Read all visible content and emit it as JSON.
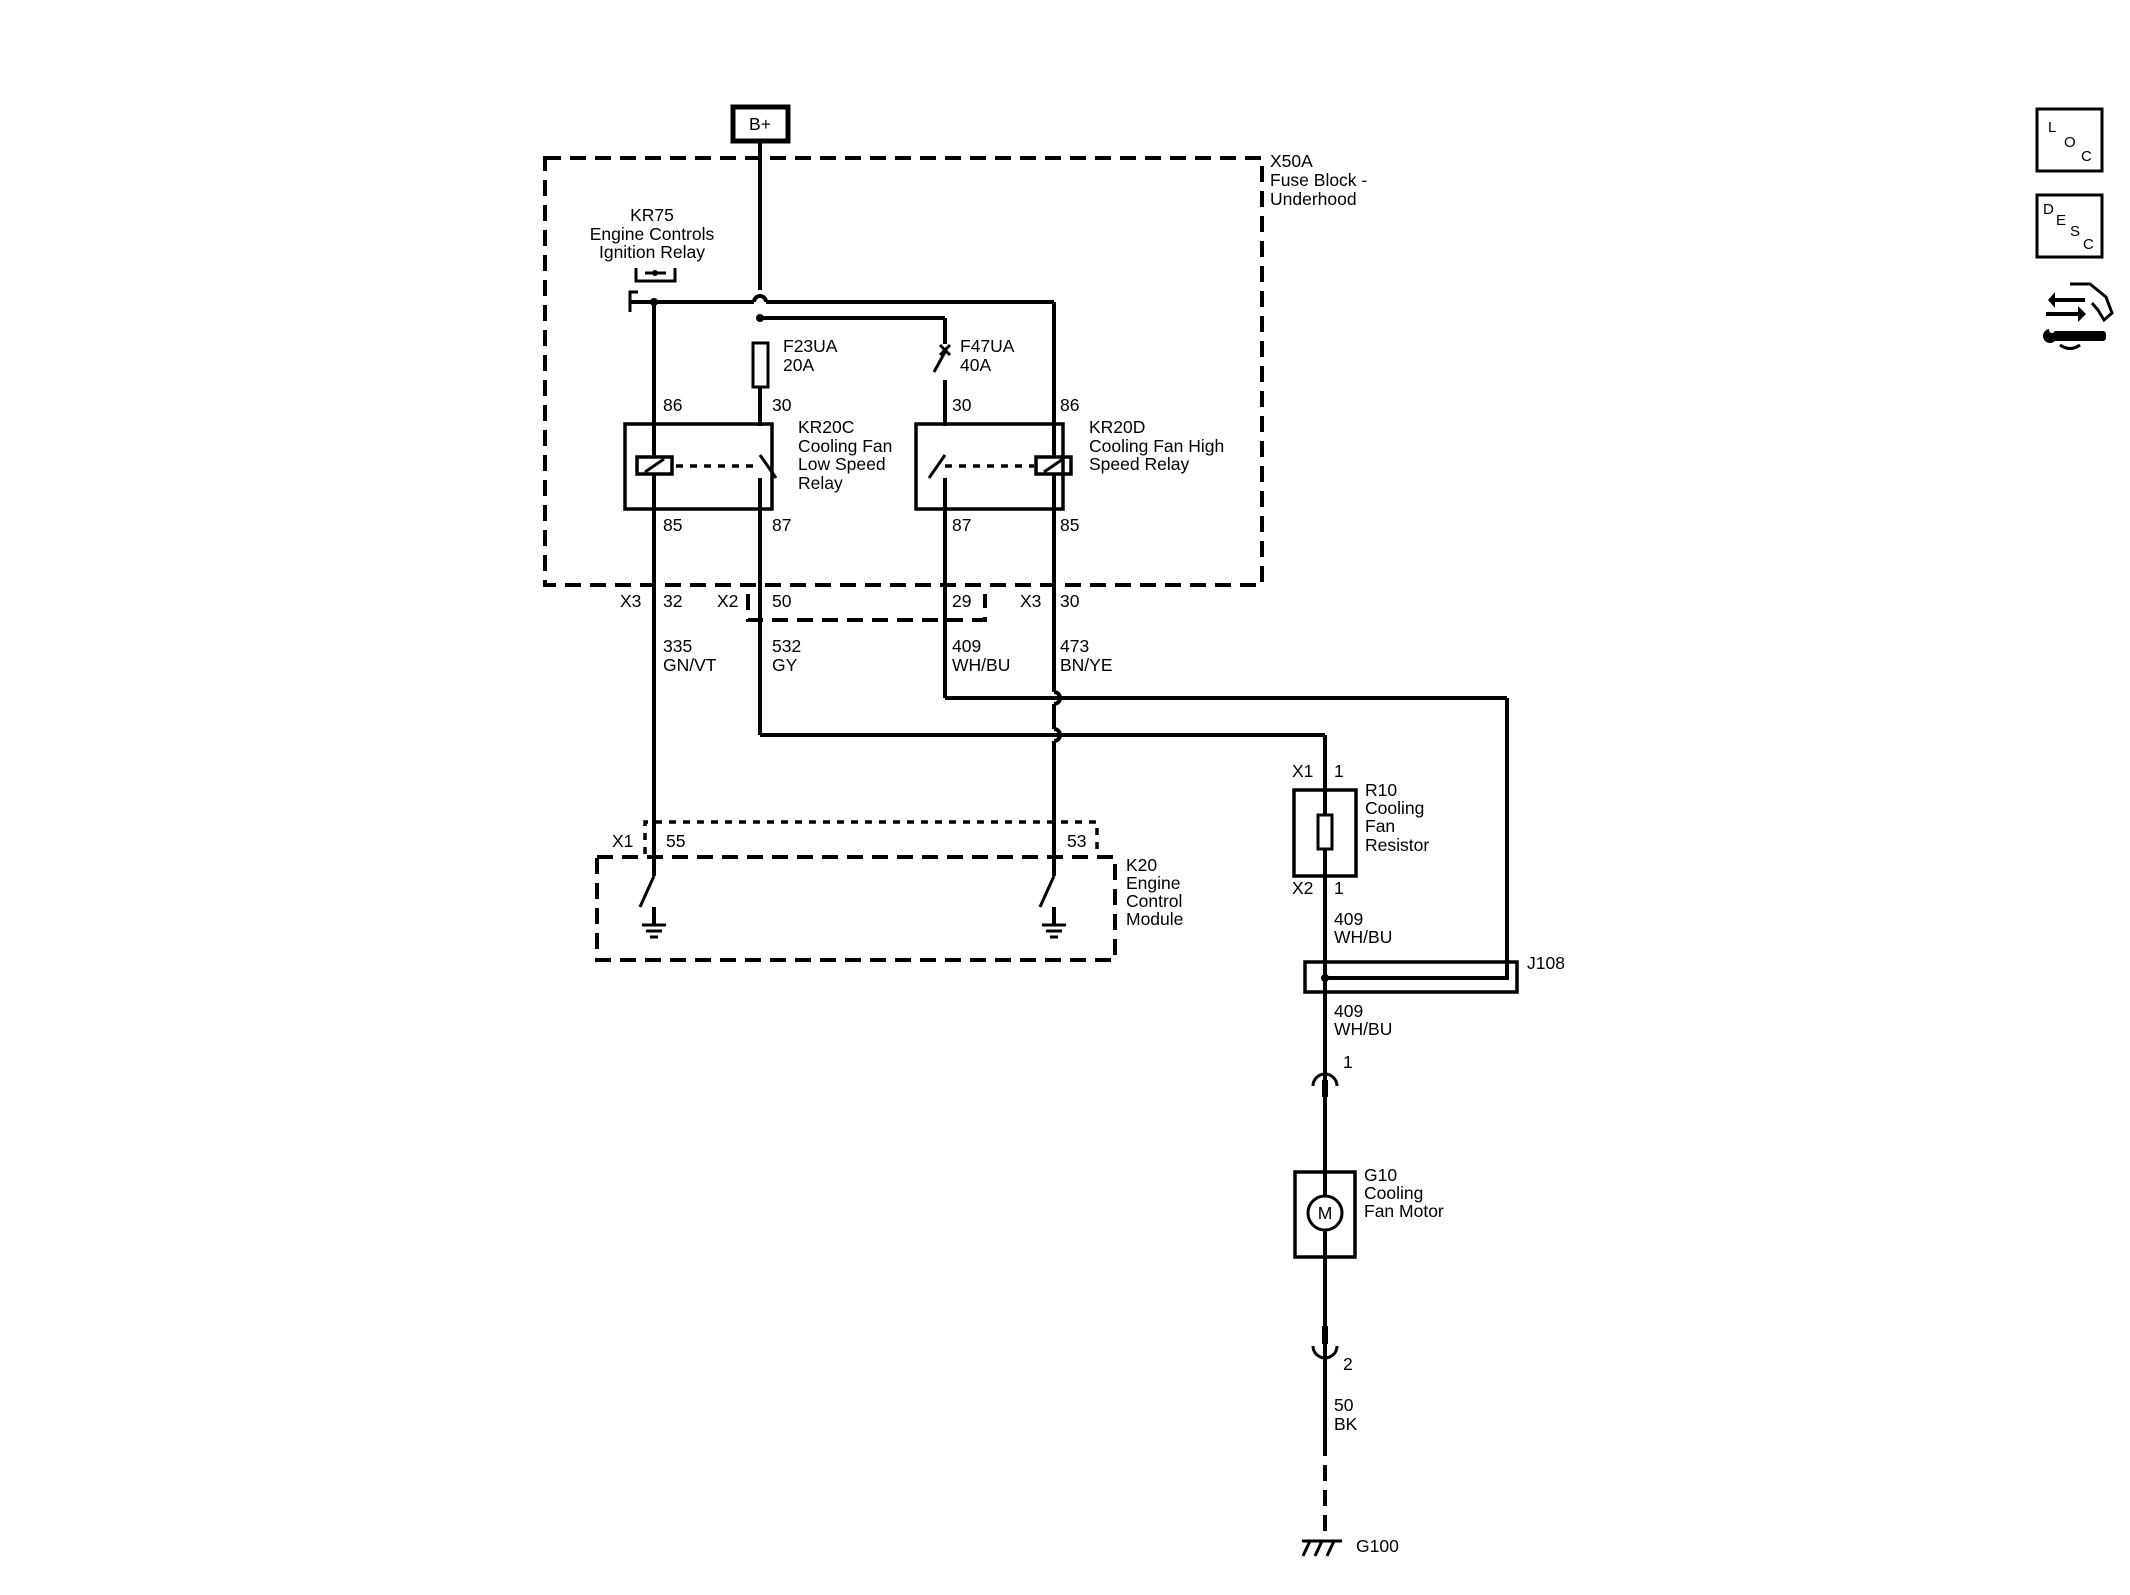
{
  "power": {
    "battery_label": "B+"
  },
  "fuse_block": {
    "id": "X50A",
    "line1": "Fuse Block -",
    "line2": "Underhood"
  },
  "kr75": {
    "id": "KR75",
    "line1": "Engine Controls",
    "line2": "Ignition Relay"
  },
  "f23ua": {
    "id": "F23UA",
    "rating": "20A"
  },
  "f47ua": {
    "id": "F47UA",
    "rating": "40A"
  },
  "kr20c": {
    "id": "KR20C",
    "line1": "Cooling Fan",
    "line2": "Low Speed",
    "line3": "Relay",
    "pin_86": "86",
    "pin_30": "30",
    "pin_85": "85",
    "pin_87": "87"
  },
  "kr20d": {
    "id": "KR20D",
    "line1": "Cooling Fan High",
    "line2": "Speed Relay",
    "pin_30": "30",
    "pin_86": "86",
    "pin_87": "87",
    "pin_85": "85"
  },
  "connectors": {
    "x3_left": "X3",
    "pin_32": "32",
    "x2": "X2",
    "pin_50": "50",
    "pin_29": "29",
    "x3_right": "X3",
    "pin_30": "30"
  },
  "wires": {
    "w335": {
      "circuit": "335",
      "color": "GN/VT"
    },
    "w532": {
      "circuit": "532",
      "color": "GY"
    },
    "w409a": {
      "circuit": "409",
      "color": "WH/BU"
    },
    "w473": {
      "circuit": "473",
      "color": "BN/YE"
    },
    "w409b": {
      "circuit": "409",
      "color": "WH/BU"
    },
    "w409c": {
      "circuit": "409",
      "color": "WH/BU"
    },
    "w50": {
      "circuit": "50",
      "color": "BK"
    }
  },
  "ecm": {
    "id": "K20",
    "line1": "Engine",
    "line2": "Control",
    "line3": "Module",
    "connector": "X1",
    "pin_55": "55",
    "pin_53": "53"
  },
  "r10": {
    "id": "R10",
    "line1": "Cooling",
    "line2": "Fan",
    "line3": "Resistor",
    "conn_top": "X1",
    "pin_top": "1",
    "conn_bot": "X2",
    "pin_bot": "1"
  },
  "splice": {
    "id": "J108"
  },
  "motor": {
    "id": "G10",
    "line1": "Cooling",
    "line2": "Fan Motor",
    "symbol": "M",
    "pin_1": "1",
    "pin_2": "2"
  },
  "ground": {
    "id": "G100"
  },
  "side_icons": [
    {
      "name": "loc-icon",
      "letters": [
        "L",
        "O",
        "C"
      ]
    },
    {
      "name": "desc-icon",
      "letters": [
        "D",
        "E",
        "S",
        "C"
      ]
    },
    {
      "name": "connector-repair-icon"
    }
  ]
}
